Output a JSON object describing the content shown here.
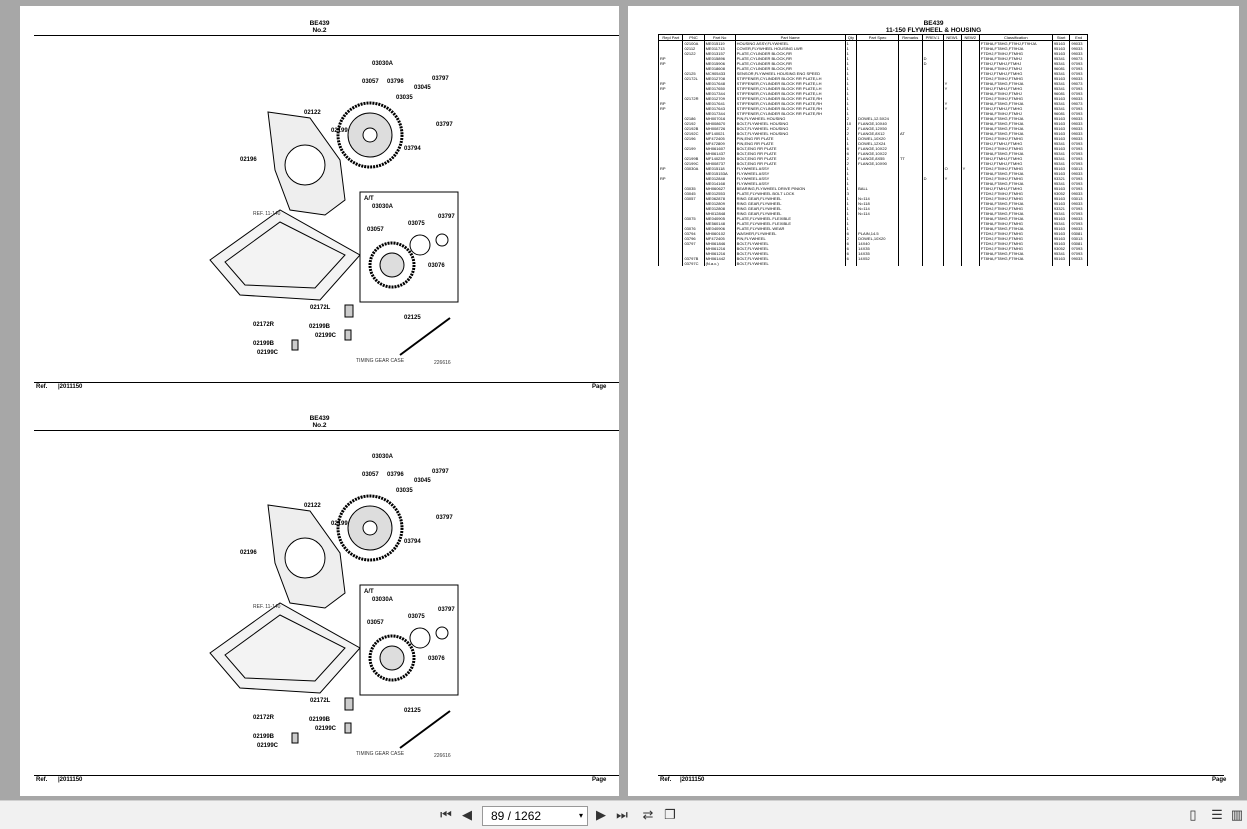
{
  "doc": {
    "code": "BE439",
    "no": "No.2",
    "section_title": "11-150 FLYWHEEL & HOUSING",
    "ref_label": "Ref.",
    "ref_value": "|2011150",
    "page_label": "Page"
  },
  "diagram": {
    "callouts": [
      "03030A",
      "03057",
      "03796",
      "03045",
      "03797",
      "03035",
      "02122",
      "02199",
      "03797",
      "03794",
      "02196",
      "03030A",
      "03075",
      "03797",
      "03057",
      "03076",
      "02172L",
      "02172R",
      "02199B",
      "02199C",
      "02125",
      "02199B",
      "02199C"
    ],
    "at_label": "A/T",
    "ref_note": "REF. 11-140",
    "timing_note": "TIMING GEAR CASE",
    "small_code": "226616"
  },
  "table": {
    "headers": [
      "Repl Part",
      "PNC",
      "Part No",
      "Part Name",
      "Qty",
      "Part Spec",
      "Remarks",
      "PREV.1",
      "NEW1",
      "NEW2",
      "Classification",
      "Start",
      "End"
    ],
    "rows": [
      [
        "",
        "02100A",
        "ME015119",
        "HOUSING ASSY,FLYWHEEL",
        "1",
        "",
        "",
        "",
        "",
        "",
        "FT8HA,FT8HG,FT9HJ,FT9HJA",
        "95163",
        "99033"
      ],
      [
        "",
        "02112",
        "ME011713",
        "COVER,FLYWHEEL HOUSING LWR",
        "1",
        "",
        "",
        "",
        "",
        "",
        "FT8HA,FT8HG,FT9HJA",
        "95163",
        "99033"
      ],
      [
        "",
        "02122",
        "ME013157",
        "PLATE,CYLINDER BLOCK,RR",
        "1",
        "",
        "",
        "",
        "",
        "",
        "FTDHJ,FTMHJ,FTMHG",
        "95163",
        "99033"
      ],
      [
        "RP",
        "",
        "ME015896",
        "PLATE,CYLINDER BLOCK,RR",
        "1",
        "",
        "",
        "D",
        "",
        "",
        "FT8HA,FTMHJ,FTMHJ",
        "95341",
        "99073"
      ],
      [
        "RP",
        "",
        "ME015906",
        "PLATE,CYLINDER BLOCK,RR",
        "1",
        "",
        "",
        "D",
        "",
        "",
        "FT8HJ,FTMHJ,FTMHJ",
        "95341",
        "97093"
      ],
      [
        "",
        "",
        "ME018608",
        "PLATE,CYLINDER BLOCK,RR",
        "1",
        "",
        "",
        "",
        "",
        "",
        "FT8HA,FTMHJ,FTMHJ",
        "96081",
        "97093"
      ],
      [
        "",
        "02125",
        "MC905433",
        "SENSOR,FLYWHEEL HOUSING ENG SPEED",
        "1",
        "",
        "",
        "",
        "",
        "",
        "FT8HJ,FTMHJ,FTMHG",
        "95341",
        "97093"
      ],
      [
        "",
        "02172L",
        "ME012708",
        "STIFFENER,CYLINDER BLOCK RR PLATE,LH",
        "1",
        "",
        "",
        "",
        "",
        "",
        "FTDHJ,FTMHJ,FTMHG",
        "95163",
        "99033"
      ],
      [
        "RP",
        "",
        "ME017648",
        "STIFFENER,CYLINDER BLOCK RR PLATE,LH",
        "1",
        "",
        "",
        "",
        "Y",
        "",
        "FT8HA,FT8HG,FT9HJA",
        "95341",
        "99073"
      ],
      [
        "RP",
        "",
        "ME017650",
        "STIFFENER,CYLINDER BLOCK RR PLATE,LH",
        "1",
        "",
        "",
        "",
        "Y",
        "",
        "FT8HJ,FTMHJ,FTMHG",
        "95341",
        "97093"
      ],
      [
        "",
        "",
        "ME017344",
        "STIFFENER,CYLINDER BLOCK RR PLATE,LH",
        "1",
        "",
        "",
        "",
        "",
        "",
        "FT8HA,FTMHJ,FTMHJ",
        "96081",
        "97093"
      ],
      [
        "",
        "02172R",
        "ME012709",
        "STIFFENER,CYLINDER BLOCK RR PLATE,RH",
        "1",
        "",
        "",
        "",
        "",
        "",
        "FTDHJ,FTMHJ,FTMHG",
        "95163",
        "99033"
      ],
      [
        "RP",
        "",
        "ME017641",
        "STIFFENER,CYLINDER BLOCK RR PLATE,RH",
        "1",
        "",
        "",
        "",
        "Y",
        "",
        "FT8HA,FT8HG,FT9HJA",
        "95341",
        "99073"
      ],
      [
        "RP",
        "",
        "ME017643",
        "STIFFENER,CYLINDER BLOCK RR PLATE,RH",
        "1",
        "",
        "",
        "",
        "Y",
        "",
        "FT8HJ,FTMHJ,FTMHG",
        "95341",
        "97093"
      ],
      [
        "",
        "",
        "ME017344",
        "STIFFENER,CYLINDER BLOCK RR PLATE,RH",
        "1",
        "",
        "",
        "",
        "",
        "",
        "FT8HA,FTMHJ,FTMHJ",
        "96081",
        "97093"
      ],
      [
        "",
        "02186",
        "MH007016",
        "PIN,FLYWHEEL HOUSING",
        "2",
        "DOWEL,12.5X24",
        "",
        "",
        "",
        "",
        "FT8HA,FT8HG,FT9HJA",
        "95163",
        "99033"
      ],
      [
        "",
        "02192",
        "MH008670",
        "BOLT,FLYWHEEL HOUSING",
        "10",
        "FLANGE,10X40",
        "",
        "",
        "",
        "",
        "FT8HA,FT8HG,FT9HJA",
        "95163",
        "99033"
      ],
      [
        "",
        "02192B",
        "MH008726",
        "BOLT,FLYWHEEL HOUSING",
        "2",
        "FLANGE,12X50",
        "",
        "",
        "",
        "",
        "FT8HA,FT8HG,FT9HJA",
        "95163",
        "99033"
      ],
      [
        "",
        "02192C",
        "MF140021",
        "BOLT,FLYWHEEL HOUSING",
        "2",
        "FLANGE,8X12",
        "AT",
        "",
        "",
        "",
        "FT8HA,FT8HG,FT9HJA",
        "95163",
        "99033"
      ],
      [
        "",
        "02196",
        "MF472405",
        "PIN,ENG RR PLATE",
        "1",
        "DOWEL,10X20",
        "",
        "",
        "",
        "",
        "FTDHJ,FTMHJ,FTMHG",
        "95163",
        "99033"
      ],
      [
        "",
        "",
        "MF472809",
        "PIN,ENG RR PLATE",
        "1",
        "DOWEL,12X24",
        "",
        "",
        "",
        "",
        "FT8HJ,FTMHJ,FTMHG",
        "95341",
        "97093"
      ],
      [
        "",
        "02199",
        "MH061607",
        "BOLT,ENG RR PLATE",
        "6",
        "FLANGE,10X22",
        "",
        "",
        "",
        "",
        "FTDHJ,FTMHJ,FTMHG",
        "95163",
        "97093"
      ],
      [
        "",
        "",
        "MH061437",
        "BOLT,ENG RR PLATE",
        "6",
        "FLANGE,10X22",
        "",
        "",
        "",
        "",
        "FT8HA,FT8HG,FT9HJA",
        "95341",
        "97093"
      ],
      [
        "",
        "02199B",
        "MF140239",
        "BOLT,ENG RR PLATE",
        "2",
        "FLANGE,8X55",
        "TT",
        "",
        "",
        "",
        "FT8HJ,FTMHJ,FTMHG",
        "95341",
        "97093"
      ],
      [
        "",
        "02199C",
        "MH008737",
        "BOLT,ENG RR PLATE",
        "2",
        "FLANGE,10X90",
        "",
        "",
        "",
        "",
        "FT8HJ,FTMHJ,FTMHG",
        "95341",
        "97093"
      ],
      [
        "RP",
        "03030A",
        "ME015118",
        "FLYWHEEL ASSY",
        "1",
        "",
        "",
        "",
        "O",
        "Y",
        "FTDHJ,FTMHJ,FTMHG",
        "95163",
        "93013"
      ],
      [
        "",
        "",
        "ME015153A",
        "FLYWHEEL ASSY",
        "1",
        "",
        "",
        "",
        "",
        "",
        "FT8HA,FT8HG,FT9HJA",
        "95163",
        "99033"
      ],
      [
        "RP",
        "",
        "ME012848",
        "FLYWHEEL ASSY",
        "1",
        "",
        "",
        "D",
        "Y",
        "",
        "FTDHJ,FTMHJ,FTMHG",
        "93321",
        "97093"
      ],
      [
        "",
        "",
        "ME014168",
        "FLYWHEEL ASSY",
        "1",
        "",
        "",
        "",
        "",
        "",
        "FT8HA,FT8HG,FT9HJA",
        "95341",
        "97093"
      ],
      [
        "",
        "03035",
        "MH060627",
        "BEARING,FLYWHEEL DRIVE PINION",
        "1",
        "BALL",
        "",
        "",
        "",
        "",
        "FT8HJ,FTMHJ,FTMHG",
        "95163",
        "97093"
      ],
      [
        "",
        "03045",
        "ME012553",
        "PLATE,FLYWHEEL BOLT LOCK",
        "3",
        "",
        "",
        "",
        "",
        "",
        "FTDHJ,FTMHJ,FTMHG",
        "93052",
        "99033"
      ],
      [
        "",
        "03057",
        "ME062878",
        "RING GEAR,FLYWHEEL",
        "1",
        "N=114",
        "",
        "",
        "",
        "",
        "FTDHJ,FTMHJ,FTMHG",
        "95163",
        "93013"
      ],
      [
        "",
        "",
        "ME012809",
        "RING GEAR,FLYWHEEL",
        "1",
        "N=118",
        "",
        "",
        "",
        "",
        "FT8HA,FT8HG,FT9HJA",
        "95163",
        "99033"
      ],
      [
        "",
        "",
        "ME012808",
        "RING GEAR,FLYWHEEL",
        "1",
        "N=114",
        "",
        "",
        "",
        "",
        "FTDHJ,FTMHJ,FTMHG",
        "93321",
        "97093"
      ],
      [
        "",
        "",
        "MH012848",
        "RING GEAR,FLYWHEEL",
        "1",
        "N=114",
        "",
        "",
        "",
        "",
        "FT8HA,FT8HG,FT9HJA",
        "95341",
        "97093"
      ],
      [
        "",
        "03075",
        "ME040905",
        "PLATE,FLYWHEEL FLEXIBLE",
        "1",
        "",
        "",
        "",
        "",
        "",
        "FT8HA,FT8HG,FT9HJA",
        "95163",
        "99033"
      ],
      [
        "",
        "",
        "ME560148",
        "PLATE,FLYWHEEL FLEXIBLE",
        "1",
        "",
        "",
        "",
        "",
        "",
        "FT8HA,FTMHJ,FTMHG",
        "95341",
        "97093"
      ],
      [
        "",
        "03076",
        "ME040906",
        "PLATE,FLYWHEEL WEAR",
        "1",
        "",
        "",
        "",
        "",
        "",
        "FT8HA,FT8HG,FT9HJA",
        "95163",
        "99033"
      ],
      [
        "",
        "03794",
        "MH060102",
        "WASHER,FLYWHEEL",
        "6",
        "PLAIN,14.5",
        "",
        "",
        "",
        "",
        "FTDHJ,FTMHJ,FTMHG",
        "95163",
        "93081"
      ],
      [
        "",
        "03796",
        "MF472405",
        "PIN,FLYWHEEL",
        "2",
        "DOWEL,10X20",
        "",
        "",
        "",
        "",
        "FTDHJ,FTMHJ,FTMHG",
        "95163",
        "93013"
      ],
      [
        "",
        "03797",
        "MH061846",
        "BOLT,FLYWHEEL",
        "6",
        "14X40",
        "",
        "",
        "",
        "",
        "FTDHJ,FTMHJ,FTMHG",
        "95163",
        "93081"
      ],
      [
        "",
        "",
        "MH061216",
        "BOLT,FLYWHEEL",
        "6",
        "14X35",
        "",
        "",
        "",
        "",
        "FTDHJ,FTMHJ,FTMHG",
        "93052",
        "97093"
      ],
      [
        "",
        "",
        "MH061216",
        "BOLT,FLYWHEEL",
        "6",
        "14X35",
        "",
        "",
        "",
        "",
        "FT8HA,FT8HG,FT9HJA",
        "95341",
        "97093"
      ],
      [
        "",
        "03797B",
        "MH061442",
        "BOLT,FLYWHEEL",
        "6",
        "14X52",
        "",
        "",
        "",
        "",
        "FT8HA,FT8HG,FT9HJA",
        "95163",
        "99033"
      ],
      [
        "",
        "03797C",
        "(N.a.c.)",
        "BOLT,FLYWHEEL",
        "",
        "",
        "",
        "",
        "",
        "",
        "",
        "",
        ""
      ]
    ]
  },
  "viewer": {
    "page_indicator": "89 / 1262",
    "dropdown": "▾"
  }
}
